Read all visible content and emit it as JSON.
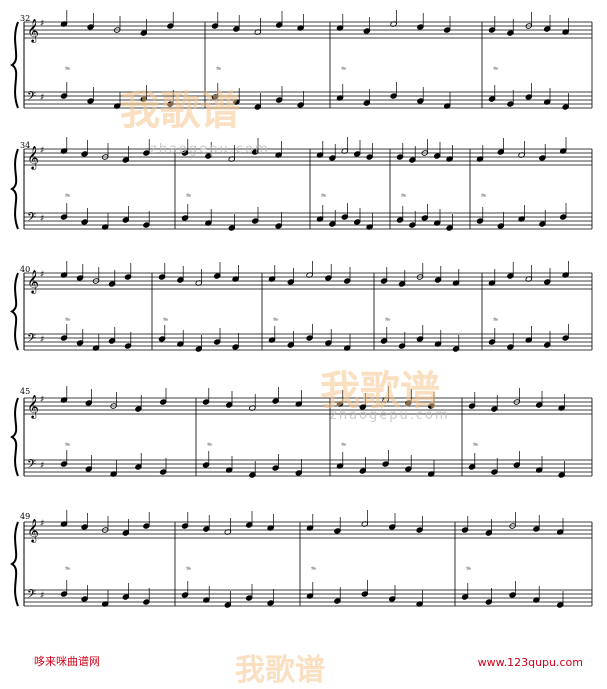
{
  "score": {
    "systems": [
      {
        "number": "32"
      },
      {
        "number": "34"
      },
      {
        "number": "40"
      },
      {
        "number": "45"
      },
      {
        "number": "49"
      }
    ]
  },
  "watermark": {
    "logo_text": "我歌谱",
    "url_text": "zhaogepu.com"
  },
  "footer": {
    "left": "哆来咪曲谱网",
    "right": "www.123qupu.com"
  },
  "colors": {
    "ink": "#000000",
    "watermark": "#f6c58f",
    "footer": "#d0021b"
  }
}
